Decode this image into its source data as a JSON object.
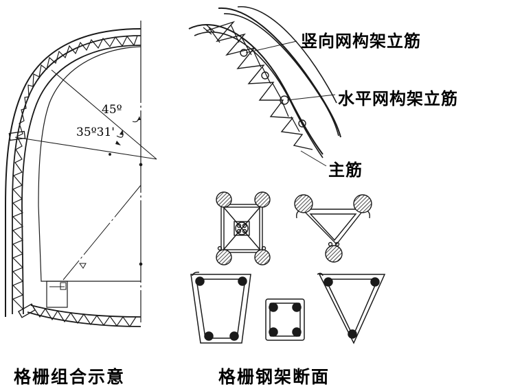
{
  "labels": {
    "vertical_truss_rib": "竖向网构架立筋",
    "horizontal_truss_rib": "水平网构架立筋",
    "main_rib": "主筋",
    "angle_45": "45º",
    "angle_35": "35º31'"
  },
  "captions": {
    "left": "格栅组合示意",
    "right": "格栅钢架断面"
  },
  "colors": {
    "line": "#1a1a1a",
    "background": "#ffffff",
    "hatch": "#333333"
  }
}
